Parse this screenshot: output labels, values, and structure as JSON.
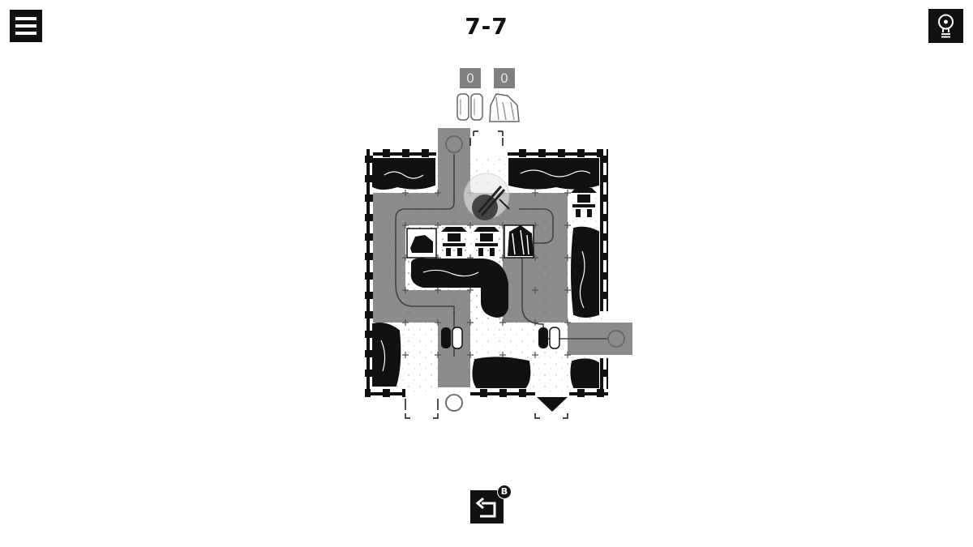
{
  "header": {
    "level": "7-7"
  },
  "counters": {
    "bridges": "0",
    "stones": "0"
  },
  "controls": {
    "undo_badge": "B"
  }
}
